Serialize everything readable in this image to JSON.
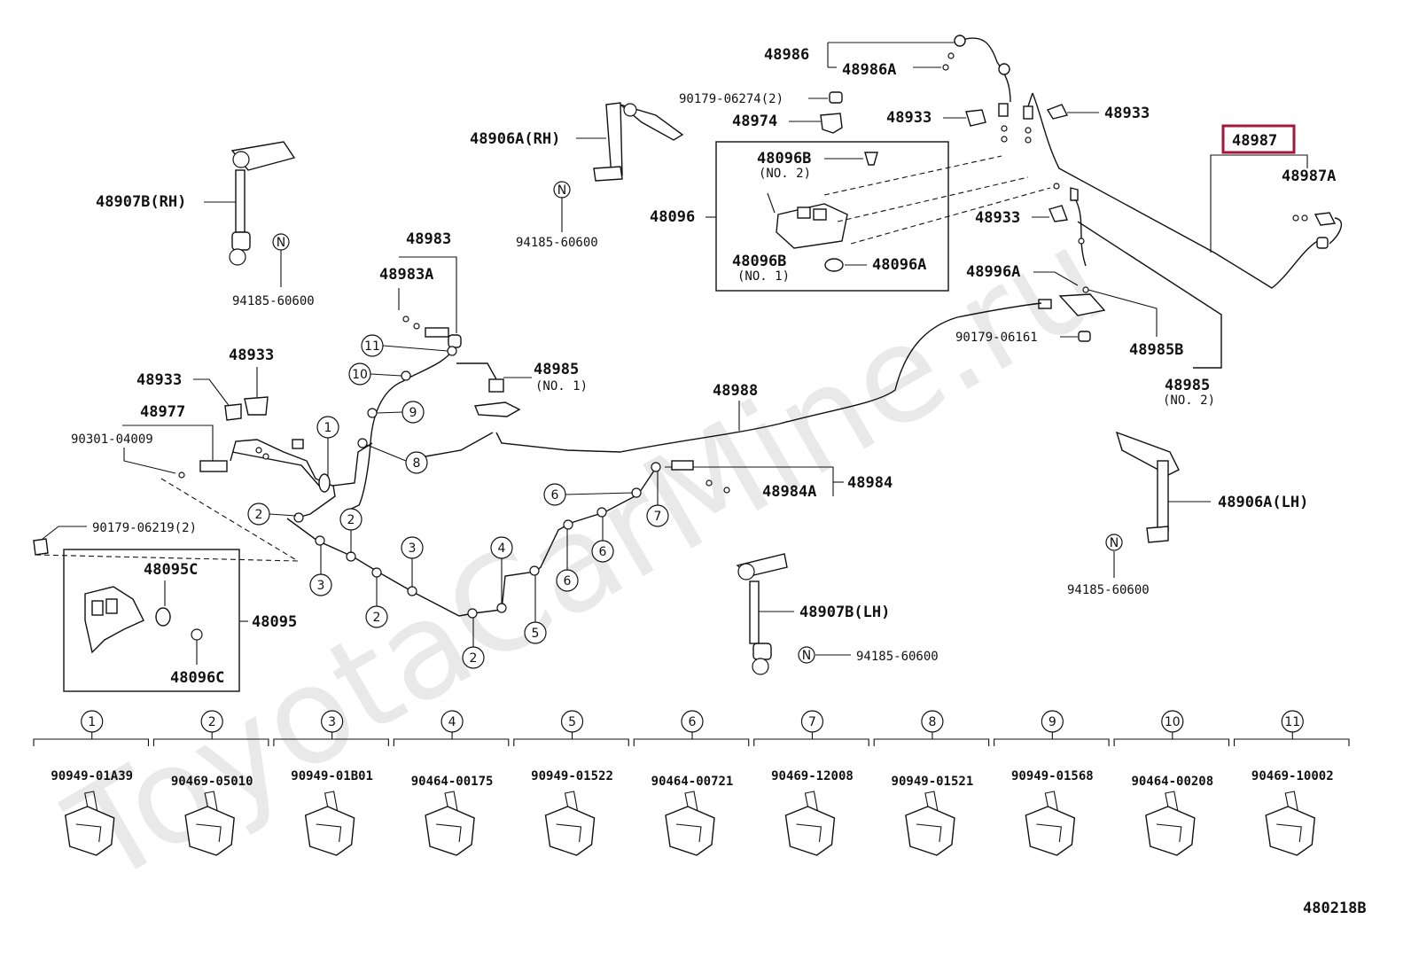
{
  "watermark": "ToyotaCarMine.ru",
  "diagram_code": "480218B",
  "highlighted_part": "48987",
  "labels": {
    "p48986": "48986",
    "p48986A": "48986A",
    "p90179_06274": "90179-06274(2)",
    "p48974": "48974",
    "p48933_a": "48933",
    "p48933_b": "48933",
    "p48933_c": "48933",
    "p48933_d": "48933",
    "p48933_e": "48933",
    "p48906A_RH": "48906A(RH)",
    "p48906A_LH": "48906A(LH)",
    "p48907B_RH": "48907B(RH)",
    "p48907B_LH": "48907B(LH)",
    "p94185_a": "94185-60600",
    "p94185_b": "94185-60600",
    "p94185_c": "94185-60600",
    "p94185_d": "94185-60600",
    "p48096B": "48096B",
    "p48096B_no2": "(NO. 2)",
    "p48096": "48096",
    "p48096B_2": "48096B",
    "p48096B_no1": "(NO. 1)",
    "p48096A": "48096A",
    "p48987": "48987",
    "p48987A": "48987A",
    "p48996A": "48996A",
    "p90179_06161": "90179-06161",
    "p48985B": "48985B",
    "p48985_r": "48985",
    "p48985_r_no2": "(NO. 2)",
    "p48983": "48983",
    "p48983A": "48983A",
    "p48985_l": "48985",
    "p48985_l_no1": "(NO. 1)",
    "p48988": "48988",
    "p48977": "48977",
    "p90301_04009": "90301-04009",
    "p48984": "48984",
    "p48984A": "48984A",
    "p90179_06219": "90179-06219(2)",
    "p48095C": "48095C",
    "p48095": "48095",
    "p48096C": "48096C",
    "n_symbol": "N"
  },
  "callouts": [
    "1",
    "2",
    "3",
    "4",
    "5",
    "6",
    "7",
    "8",
    "9",
    "10",
    "11"
  ],
  "clips": [
    {
      "num": "1",
      "part": "90949-01A39"
    },
    {
      "num": "2",
      "part": "90469-05010"
    },
    {
      "num": "3",
      "part": "90949-01B01"
    },
    {
      "num": "4",
      "part": "90464-00175"
    },
    {
      "num": "5",
      "part": "90949-01522"
    },
    {
      "num": "6",
      "part": "90464-00721"
    },
    {
      "num": "7",
      "part": "90469-12008"
    },
    {
      "num": "8",
      "part": "90949-01521"
    },
    {
      "num": "9",
      "part": "90949-01568"
    },
    {
      "num": "10",
      "part": "90464-00208"
    },
    {
      "num": "11",
      "part": "90469-10002"
    }
  ],
  "colors": {
    "highlight": "#a5173a",
    "ink": "#111111",
    "watermark": "#e9e9e9"
  }
}
